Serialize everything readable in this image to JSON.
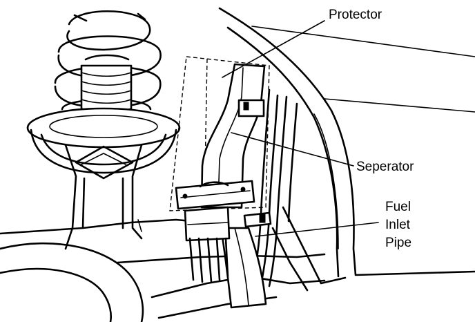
{
  "labels": {
    "protector": "Protector",
    "separator": "Seperator",
    "fuel_line1": "Fuel",
    "fuel_line2": "Inlet",
    "fuel_line3": "Pipe"
  }
}
